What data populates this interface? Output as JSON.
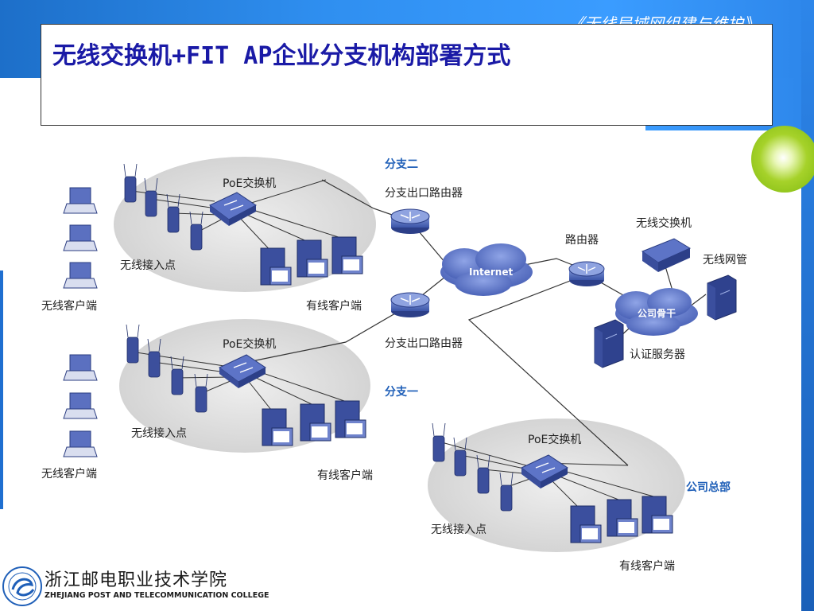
{
  "header": {
    "course_title": "《无线局域网组建与维护》",
    "slide_title": "无线交换机+FIT AP企业分支机构部署方式"
  },
  "diagram": {
    "branch2_label": "分支二",
    "branch1_label": "分支一",
    "hq_label": "公司总部",
    "poe_switch_label": "PoE交换机",
    "ap_label": "无线接入点",
    "wireless_client_label": "无线客户端",
    "wired_client_label": "有线客户端",
    "branch_router_label": "分支出口路由器",
    "internet_label": "Internet",
    "router_label": "路由器",
    "wireless_switch_label": "无线交换机",
    "wireless_mgmt_label": "无线网管",
    "backbone_label": "公司骨干",
    "auth_server_label": "认证服务器"
  },
  "footer": {
    "college_cn": "浙江邮电职业技术学院",
    "college_en": "ZHEJIANG POST AND TELECOMMUNICATION COLLEGE"
  },
  "colors": {
    "header_blue": "#2f8ff0",
    "title_text": "#1a1aa6",
    "accent_label": "#1f5fb8",
    "device_blue": "#3b4f9e"
  }
}
